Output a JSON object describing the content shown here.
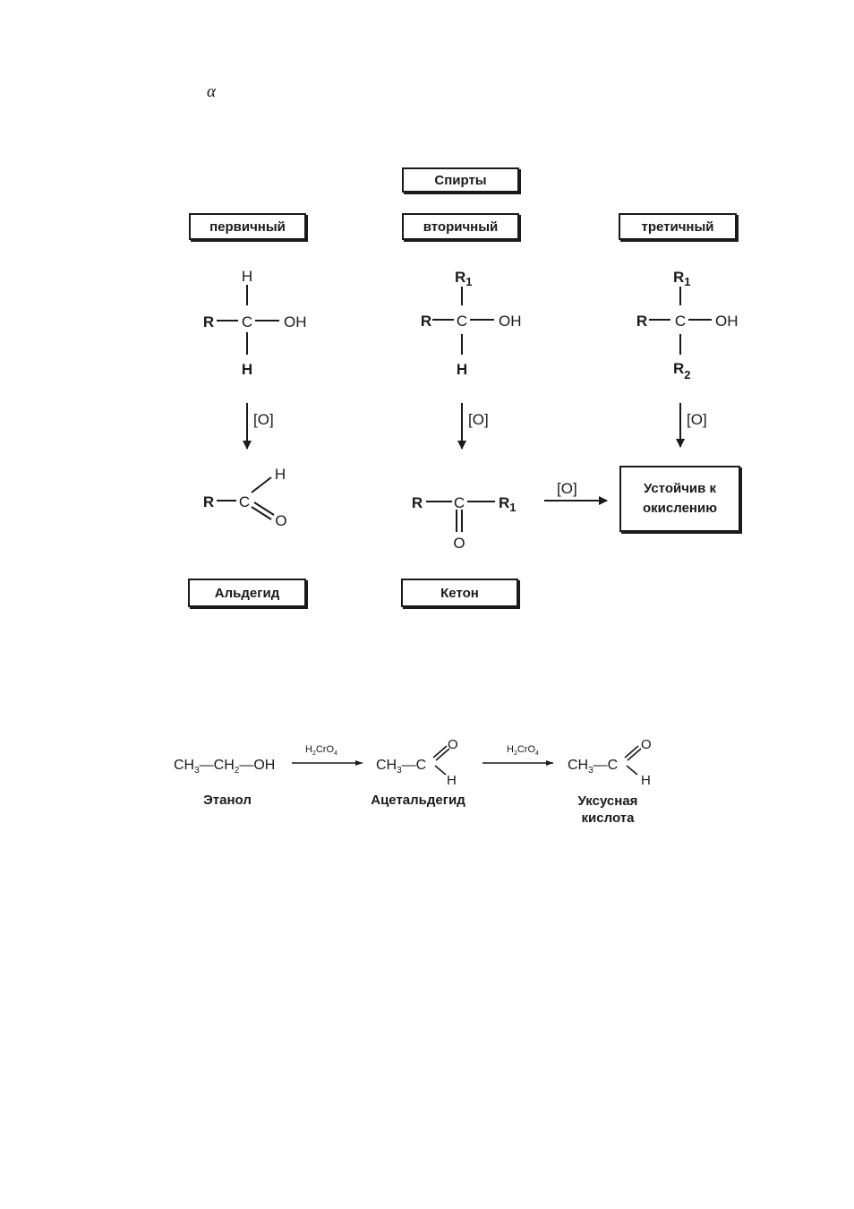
{
  "alpha": "α",
  "boxes": {
    "alcohols": "Спирты",
    "primary": "первичный",
    "secondary": "вторичный",
    "tertiary": "третичный",
    "stable_line1": "Устойчив к",
    "stable_line2": "окислению",
    "aldehyde": "Альдегид",
    "ketone": "Кетон"
  },
  "atoms": {
    "R": "R",
    "C": "C",
    "OH": "OH",
    "H": "H",
    "O": "O",
    "R1_main": "R",
    "R1_sub": "1",
    "R2_main": "R",
    "R2_sub": "2"
  },
  "oxidant_label": "[O]",
  "reaction": {
    "ethanol_formula": {
      "ch": "CH",
      "sub3": "3",
      "ch2": "—CH",
      "sub2": "2",
      "oh": "—OH"
    },
    "reagent": {
      "h": "H",
      "sub2": "2",
      "cro": "CrO",
      "sub4": "4"
    },
    "ch3c": {
      "ch": "CH",
      "sub3": "3",
      "c": "—C"
    },
    "o": "O",
    "h": "H",
    "ethanol": "Этанол",
    "acetaldehyde": "Ацетальдегид",
    "acetic_line1": "Уксусная",
    "acetic_line2": "кислота"
  }
}
